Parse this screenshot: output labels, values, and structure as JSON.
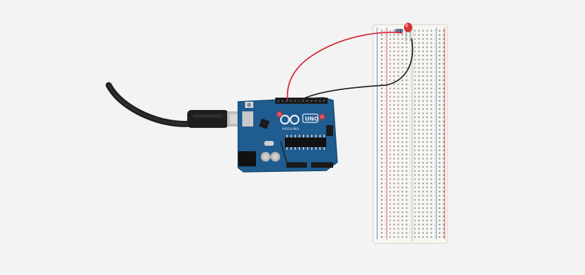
{
  "board": {
    "brand_mark": "ARDUINO",
    "model_label": "UNO"
  },
  "colors": {
    "background": "#f3f3f3",
    "board_blue": "#1f5c8f",
    "header_black": "#1b1b1b",
    "usb_silver": "#c9c9c9",
    "red_wire": "#d8283a",
    "black_wire": "#222222",
    "breadboard": "#f7f6f1",
    "rail_red": "#e05a5a",
    "rail_blue": "#4a8fd6",
    "led_red": "#d23333"
  },
  "icons": [
    "usb-cable",
    "arduino-board",
    "breadboard",
    "led",
    "resistor",
    "jumper-wire"
  ]
}
